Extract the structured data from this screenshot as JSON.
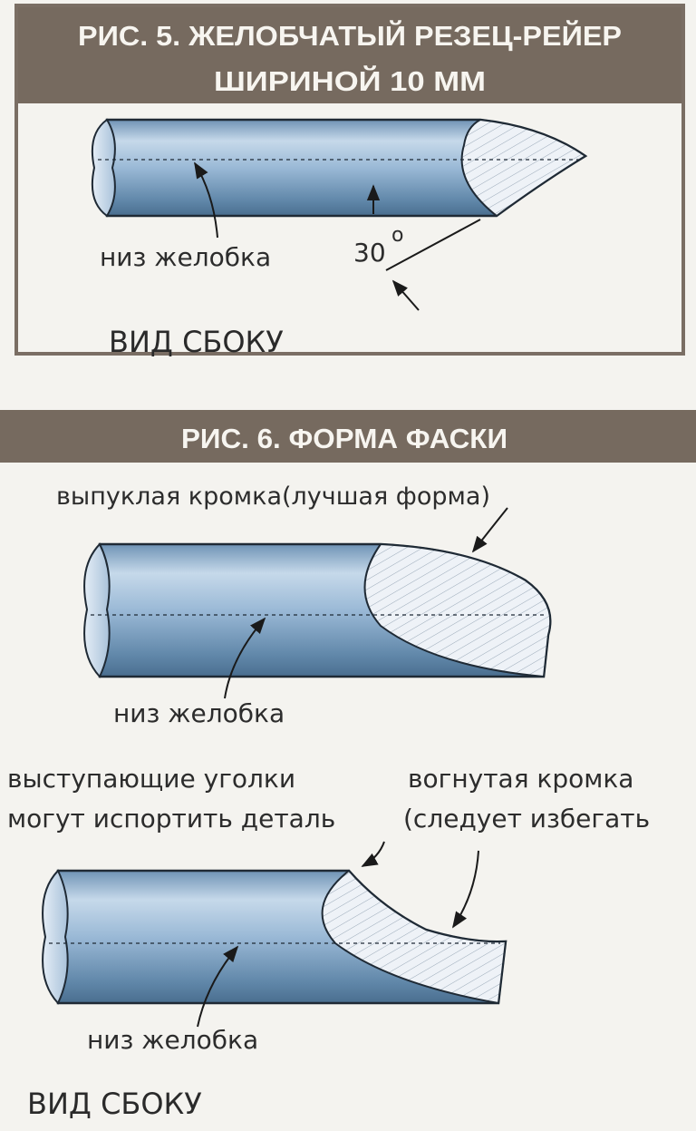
{
  "figure5": {
    "title_line1": "РИС. 5. ЖЕЛОБЧАТЫЙ РЕЗЕЦ-РЕЙЕР",
    "title_line2": "ШИРИНОЙ 10 ММ",
    "groove_label": "низ желобка",
    "angle_label": "30",
    "angle_degree": "o",
    "view_label": "ВИД СБОКУ"
  },
  "figure6": {
    "title": "РИС. 6. ФОРМА ФАСКИ",
    "convex_label": "выпуклая кромка(лучшая форма)",
    "groove_label_top": "низ желобка",
    "corners_label_line1": "выступающие уголки",
    "corners_label_line2": "могут испортить деталь",
    "concave_label_line1": "вогнутая кромка",
    "concave_label_line2": "(следует избегать",
    "groove_label_bottom": "низ желобка",
    "view_label": "ВИД СБОКУ"
  },
  "colors": {
    "header_bg": "#766a5f",
    "frame": "#7a6e64",
    "tool_light": "#cfe0ef",
    "tool_mid": "#8fb0cf",
    "tool_dark": "#577d9e",
    "bevel_face": "#eef1f6",
    "outline": "#1f2a35"
  }
}
